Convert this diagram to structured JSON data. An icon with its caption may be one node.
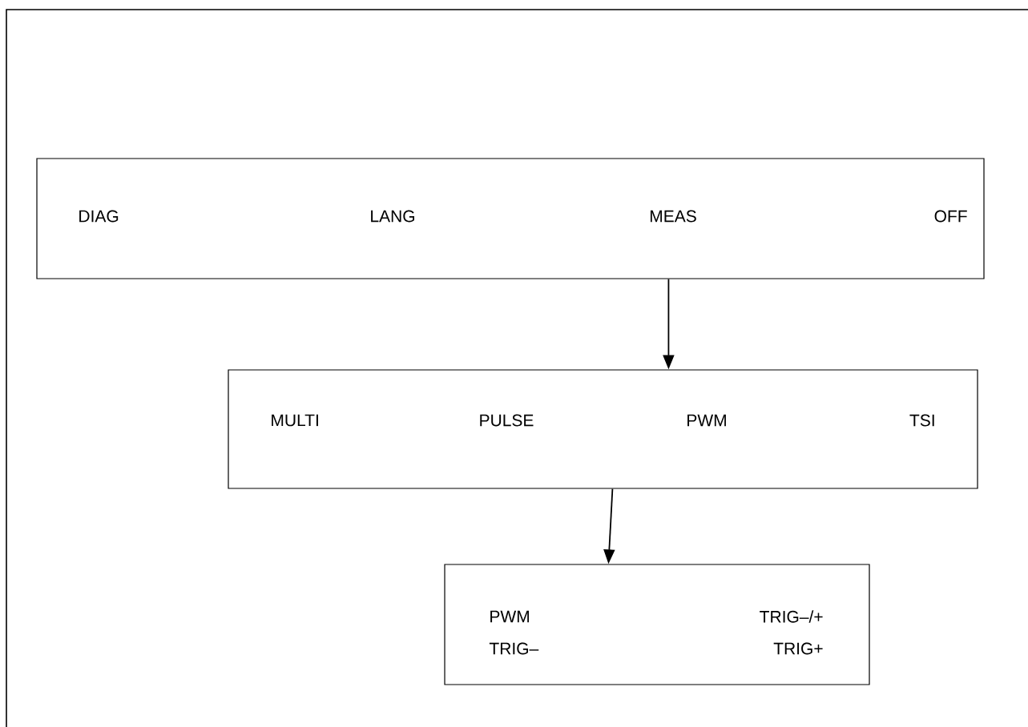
{
  "diagram": {
    "nodes": [
      {
        "text": [
          "DIAG",
          "LANG",
          "MEAS",
          "OFF"
        ]
      },
      {
        "text": [
          "MULTI",
          "PULSE",
          "PWM",
          "TSI"
        ]
      },
      {
        "text": [
          "PWM",
          "TRIG–/+",
          "TRIG–",
          "TRIG+"
        ]
      }
    ],
    "edges": [
      {
        "from": 0,
        "to": 1,
        "arrow": "to"
      },
      {
        "from": 1,
        "to": 2,
        "arrow": "to"
      }
    ]
  }
}
